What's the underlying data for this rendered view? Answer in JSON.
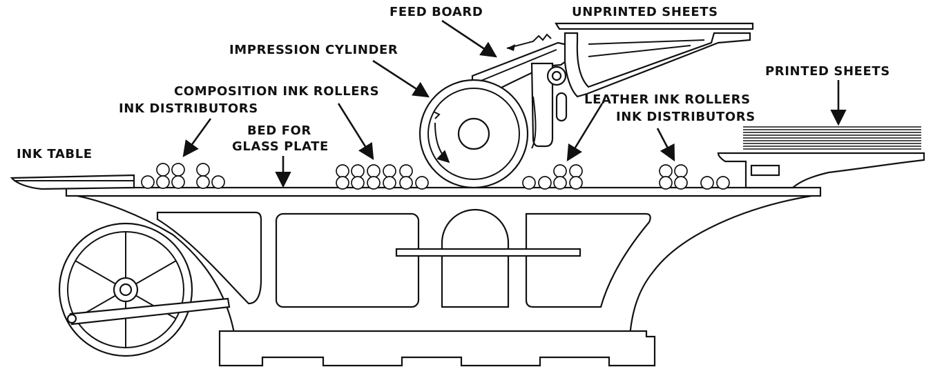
{
  "labels": {
    "feed_board": "FEED BOARD",
    "unprinted_sheets": "UNPRINTED SHEETS",
    "impression_cylinder": "IMPRESSION CYLINDER",
    "printed_sheets": "PRINTED SHEETS",
    "composition_ink_rollers": "COMPOSITION INK ROLLERS",
    "ink_distributors_left": "INK DISTRIBUTORS",
    "leather_ink_rollers": "LEATHER INK ROLLERS",
    "ink_distributors_right": "INK DISTRIBUTORS",
    "bed_for_glass_plate_line1": "BED FOR",
    "bed_for_glass_plate_line2": "GLASS PLATE",
    "ink_table": "INK TABLE"
  },
  "colors": {
    "ink": "#111111",
    "paper": "#ffffff"
  }
}
